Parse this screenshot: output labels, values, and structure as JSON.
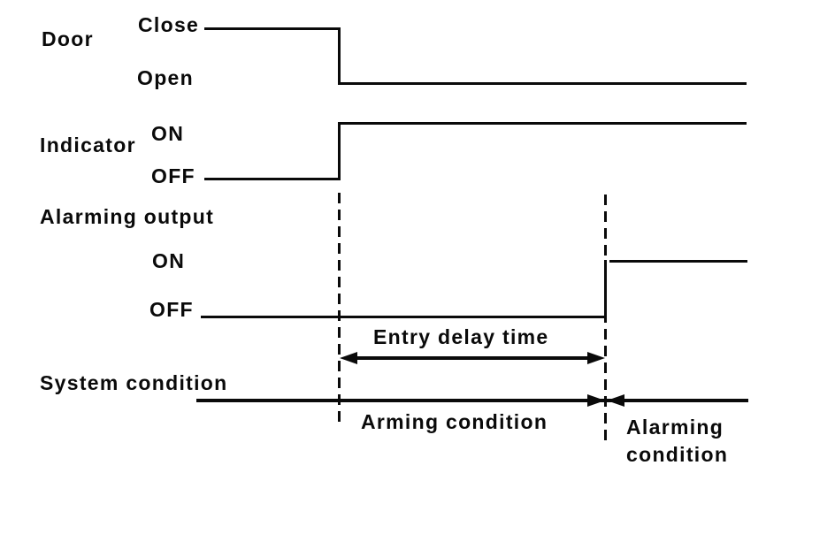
{
  "diagram": {
    "title_implicit": "Entry delay timing diagram",
    "colors": {
      "ink": "#0a0a0a",
      "paper": "#ffffff"
    },
    "rows": [
      {
        "name": "Door",
        "high": "Close",
        "low": "Open",
        "waveform": "high (Close) then falls to Open at start of entry delay"
      },
      {
        "name": "Indicator",
        "high": "ON",
        "low": "OFF",
        "waveform": "low (OFF) then rises to ON at start of entry delay"
      },
      {
        "name": "Alarming output",
        "high": "ON",
        "low": "OFF",
        "waveform": "low (OFF) then rises to ON at end of entry delay"
      }
    ],
    "annotations": {
      "entry_delay": "Entry delay time",
      "system_condition": "System condition",
      "arming_condition": "Arming condition",
      "alarming_condition": "Alarming condition"
    }
  }
}
